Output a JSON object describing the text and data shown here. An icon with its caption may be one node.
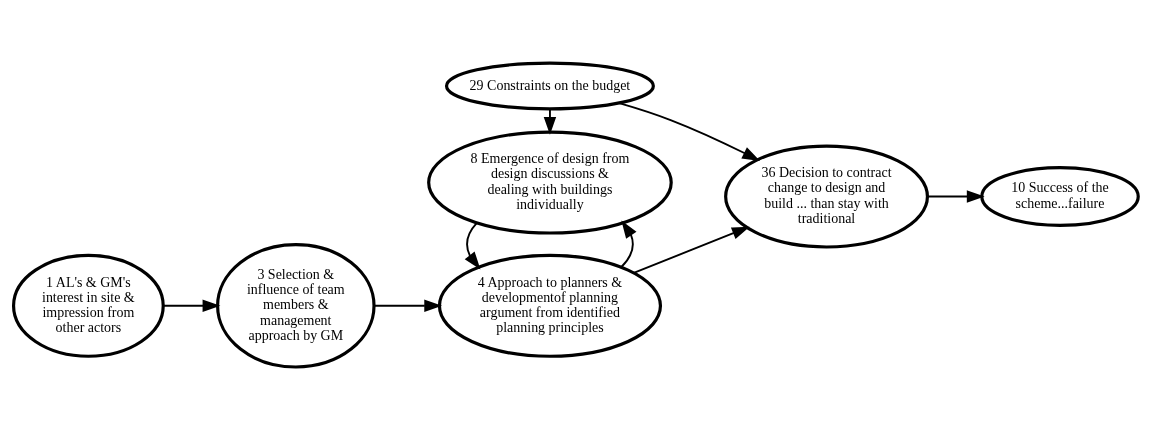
{
  "diagram": {
    "nodes": [
      {
        "text": [
          "1 AL's & GM's interest in site & impression from other actors"
        ]
      },
      {
        "text": [
          "3 Selection & influence of team members & management approach by GM"
        ]
      },
      {
        "text": [
          "4 Approach to planners & developmentof planning argument from identified planning principles"
        ]
      },
      {
        "text": [
          "8 Emergence of design from design discussions & dealing with buildings individually"
        ]
      },
      {
        "text": [
          "29 Constraints on the budget"
        ]
      },
      {
        "text": [
          "36 Decision to contract change to design and build ... than stay with traditional"
        ]
      },
      {
        "text": [
          "10 Success of the scheme...failure"
        ]
      }
    ],
    "edges": [
      {
        "from": 0,
        "to": 1,
        "arrow": "to"
      },
      {
        "from": 1,
        "to": 2,
        "arrow": "to"
      },
      {
        "from": 2,
        "to": 5,
        "arrow": "to"
      },
      {
        "from": 2,
        "to": 3,
        "arrow": "to"
      },
      {
        "from": 3,
        "to": 2,
        "arrow": "to"
      },
      {
        "from": 4,
        "to": 3,
        "arrow": "to"
      },
      {
        "from": 4,
        "to": 5,
        "arrow": "to"
      },
      {
        "from": 5,
        "to": 6,
        "arrow": "to"
      }
    ]
  }
}
